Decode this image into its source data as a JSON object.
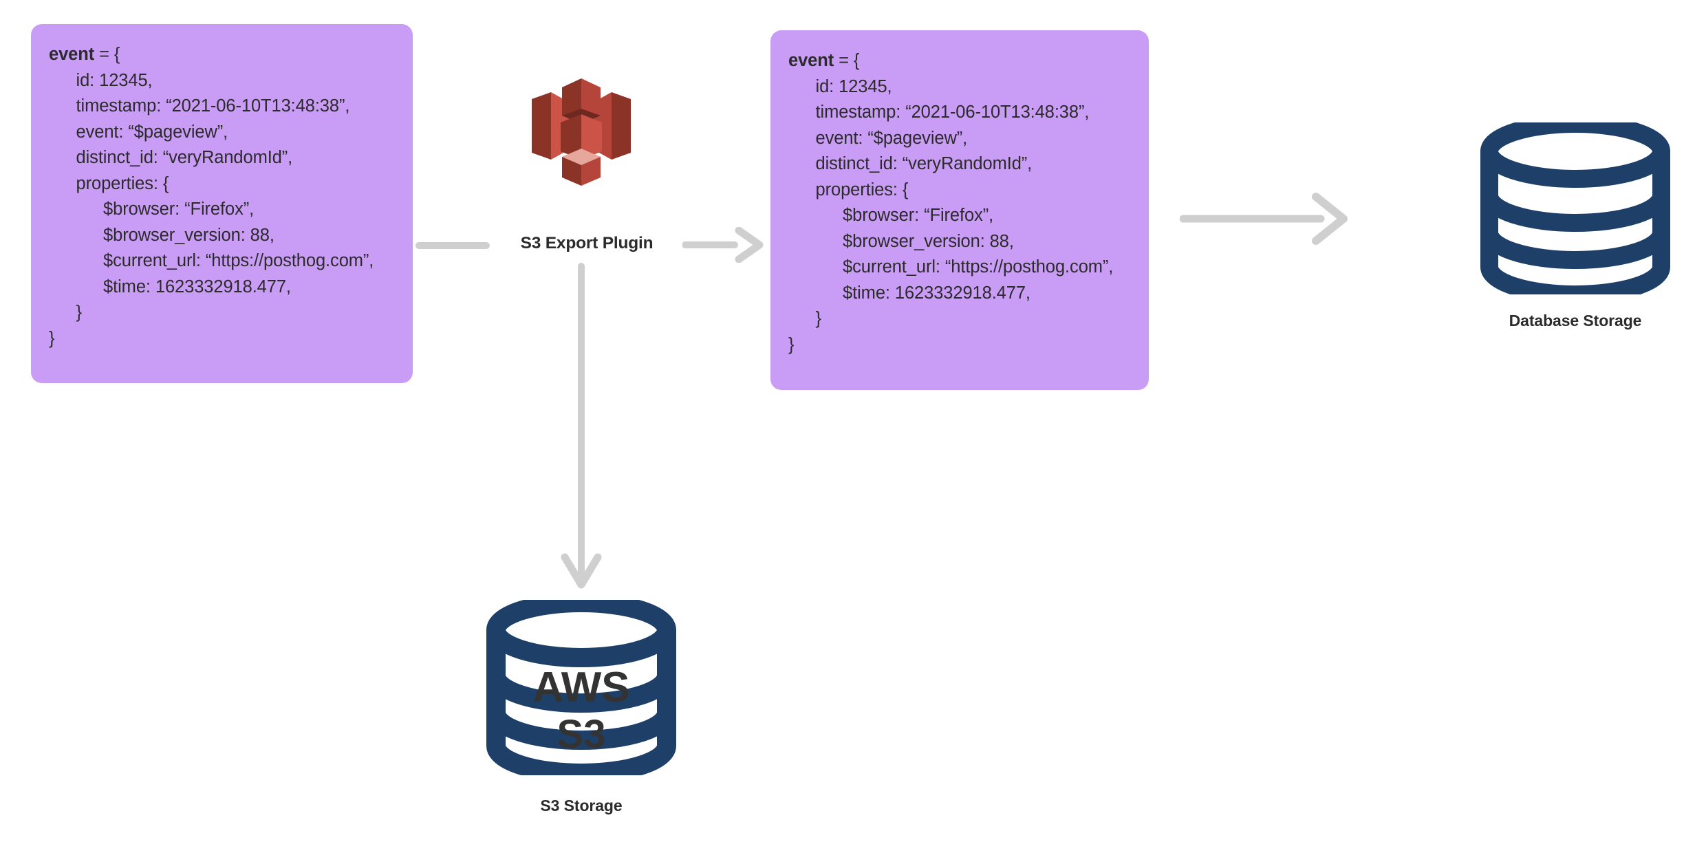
{
  "diagram": {
    "title": "PostHog S3 Export Plugin data flow",
    "colors": {
      "event_card_bg": "#c99cf5",
      "connector_gray": "#cfcfcf",
      "cylinder_navy": "#1e3f68",
      "s3_logo_red_light": "#cb5347",
      "s3_logo_red_mid": "#b5443a",
      "s3_logo_red_dark": "#8c3328",
      "s3_logo_pink": "#e8a79c",
      "text_dark": "#2b2b2b",
      "page_bg": "#ffffff"
    }
  },
  "event_payload": {
    "lines": [
      {
        "indent": 0,
        "bold_prefix": "event",
        "rest": " = {"
      },
      {
        "indent": 1,
        "bold_prefix": "",
        "rest": "id: 12345,"
      },
      {
        "indent": 1,
        "bold_prefix": "",
        "rest": "timestamp: “2021-06-10T13:48:38”,"
      },
      {
        "indent": 1,
        "bold_prefix": "",
        "rest": "event: “$pageview”,"
      },
      {
        "indent": 1,
        "bold_prefix": "",
        "rest": "distinct_id: “veryRandomId”,"
      },
      {
        "indent": 1,
        "bold_prefix": "",
        "rest": "properties: {"
      },
      {
        "indent": 2,
        "bold_prefix": "",
        "rest": "$browser: “Firefox”,"
      },
      {
        "indent": 2,
        "bold_prefix": "",
        "rest": "$browser_version: 88,"
      },
      {
        "indent": 2,
        "bold_prefix": "",
        "rest": "$current_url: “https://posthog.com”,"
      },
      {
        "indent": 2,
        "bold_prefix": "",
        "rest": "$time: 1623332918.477,"
      },
      {
        "indent": 1,
        "bold_prefix": "",
        "rest": "}"
      },
      {
        "indent": 0,
        "bold_prefix": "",
        "rest": "}"
      }
    ]
  },
  "nodes": {
    "source_event_card": {
      "name": "event payload (input)"
    },
    "output_event_card": {
      "name": "event payload (output)"
    },
    "s3_logo": {
      "name": "Amazon S3 logo"
    },
    "plugin": {
      "label": "S3 Export Plugin"
    },
    "database_storage": {
      "caption": "Database Storage"
    },
    "s3_storage": {
      "caption": "S3 Storage",
      "band_top_text": "AWS",
      "band_bottom_text": "S3"
    }
  },
  "connectors": {
    "card_to_plugin": {
      "name": "stub-connector"
    },
    "plugin_to_card": {
      "name": "arrow-right"
    },
    "card_to_database": {
      "name": "arrow-right"
    },
    "plugin_to_s3": {
      "name": "arrow-down"
    }
  }
}
